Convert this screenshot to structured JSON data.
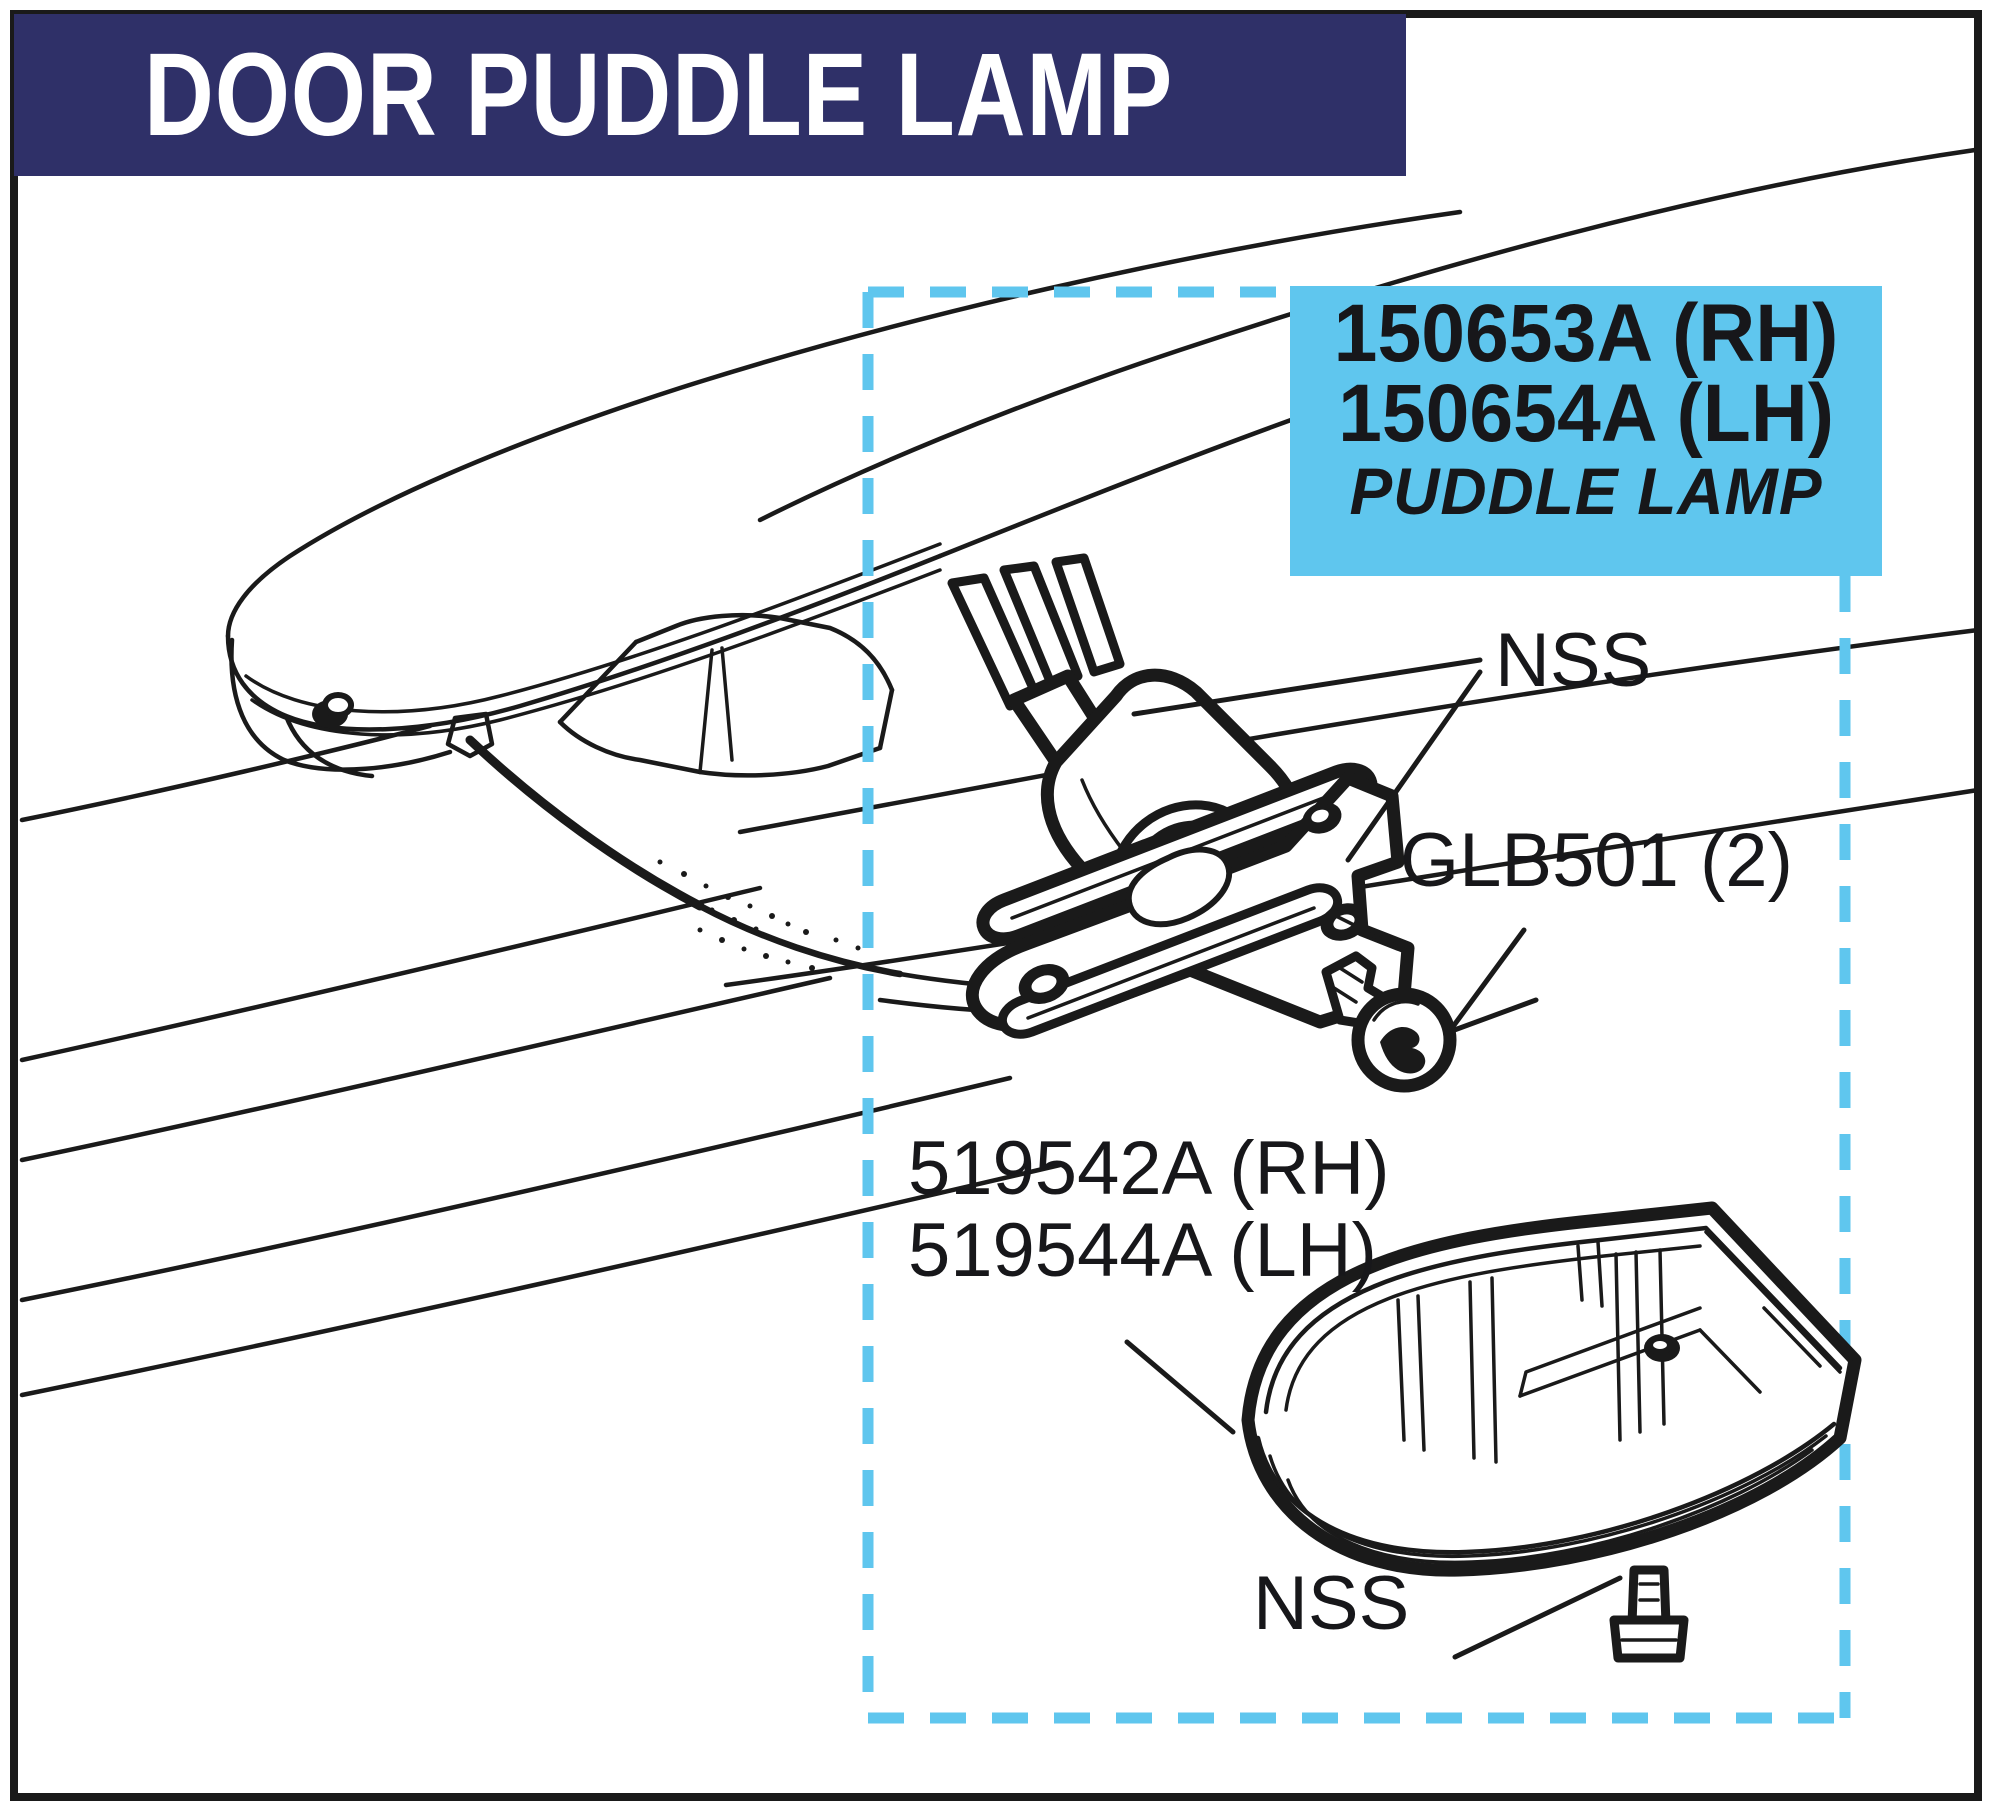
{
  "page": {
    "title": "DOOR PUDDLE LAMP",
    "frame_color": "#1a1a1a",
    "background": "#ffffff"
  },
  "header": {
    "banner_text": "DOOR PUDDLE LAMP",
    "banner_bg": "#2f3068",
    "banner_text_color": "#ffffff"
  },
  "callout": {
    "bg": "#5fc6ee",
    "part_number_rh": "150653A (RH)",
    "part_number_lh": "150654A (LH)",
    "description": "PUDDLE LAMP"
  },
  "labels": {
    "nss_top": "NSS",
    "glb501": "GLB501 (2)",
    "lens_rh": "519542A (RH)",
    "lens_lh": "519544A (LH)",
    "nss_bottom": "NSS"
  },
  "highlight_region": {
    "style": "dashed",
    "color": "#5fc6ee",
    "note": "dashed cyan box enclosing the exploded puddle lamp components"
  },
  "parts_depicted": [
    {
      "name": "door-mirror-housing",
      "label": null
    },
    {
      "name": "wiring-harness",
      "label": null
    },
    {
      "name": "lamp-connector",
      "label": "NSS"
    },
    {
      "name": "lamp-base-plate",
      "label": "NSS"
    },
    {
      "name": "bulb",
      "label": "GLB501 (2)"
    },
    {
      "name": "lens",
      "label": "519542A (RH) / 519544A (LH)"
    },
    {
      "name": "lens-screw",
      "label": "NSS"
    }
  ]
}
